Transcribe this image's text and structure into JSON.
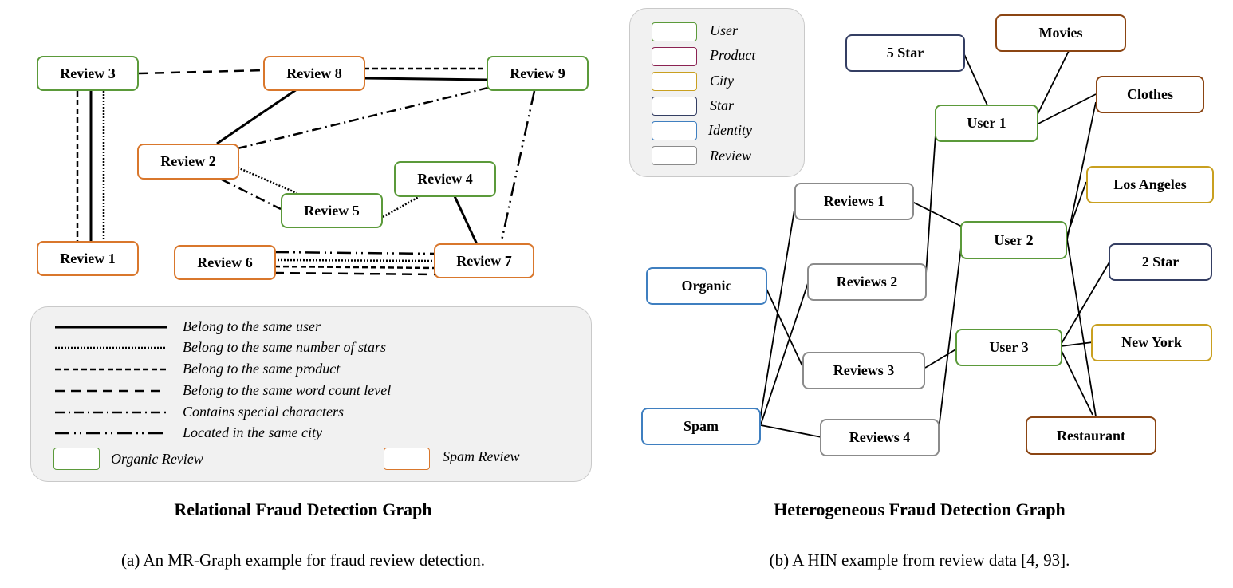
{
  "panel_a": {
    "nodes": {
      "review3": "Review 3",
      "review8": "Review 8",
      "review9": "Review 9",
      "review2": "Review 2",
      "review4": "Review 4",
      "review5": "Review 5",
      "review1": "Review 1",
      "review6": "Review 6",
      "review7": "Review 7"
    },
    "legend": {
      "same_user": "Belong to the same user",
      "same_stars": "Belong to the same number of stars",
      "same_product": "Belong to the same product",
      "same_wordcount": "Belong to the same word count level",
      "special_chars": "Contains special characters",
      "same_city": "Located in the same city",
      "organic": "Organic Review",
      "spam": "Spam Review"
    },
    "title": "Relational Fraud Detection Graph",
    "caption": "(a)  An MR-Graph example for fraud review detection."
  },
  "panel_b": {
    "legend": {
      "user": "User",
      "product": "Product",
      "city": "City",
      "star": "Star",
      "identity": "Identity",
      "review": "Review"
    },
    "nodes": {
      "star5": "5 Star",
      "movies": "Movies",
      "clothes": "Clothes",
      "user1": "User 1",
      "los_angeles": "Los Angeles",
      "reviews1": "Reviews 1",
      "user2": "User 2",
      "star2": "2 Star",
      "organic": "Organic",
      "reviews2": "Reviews 2",
      "newyork": "New York",
      "user3": "User 3",
      "reviews3": "Reviews 3",
      "spam": "Spam",
      "reviews4": "Reviews 4",
      "restaurant": "Restaurant"
    },
    "title": "Heterogeneous Fraud Detection Graph",
    "caption": "(b)  A HIN example from review data [4, 93]."
  },
  "colors": {
    "organic_green": "#5b9a3a",
    "spam_orange": "#d9772c",
    "user_green": "#5b9a3a",
    "product_maroon": "#8b2252",
    "city_gold": "#c9a020",
    "star_navy": "#343e63",
    "identity_blue": "#3f7fc0",
    "review_gray": "#8b8b8b",
    "movies_brown": "#8b4513"
  }
}
